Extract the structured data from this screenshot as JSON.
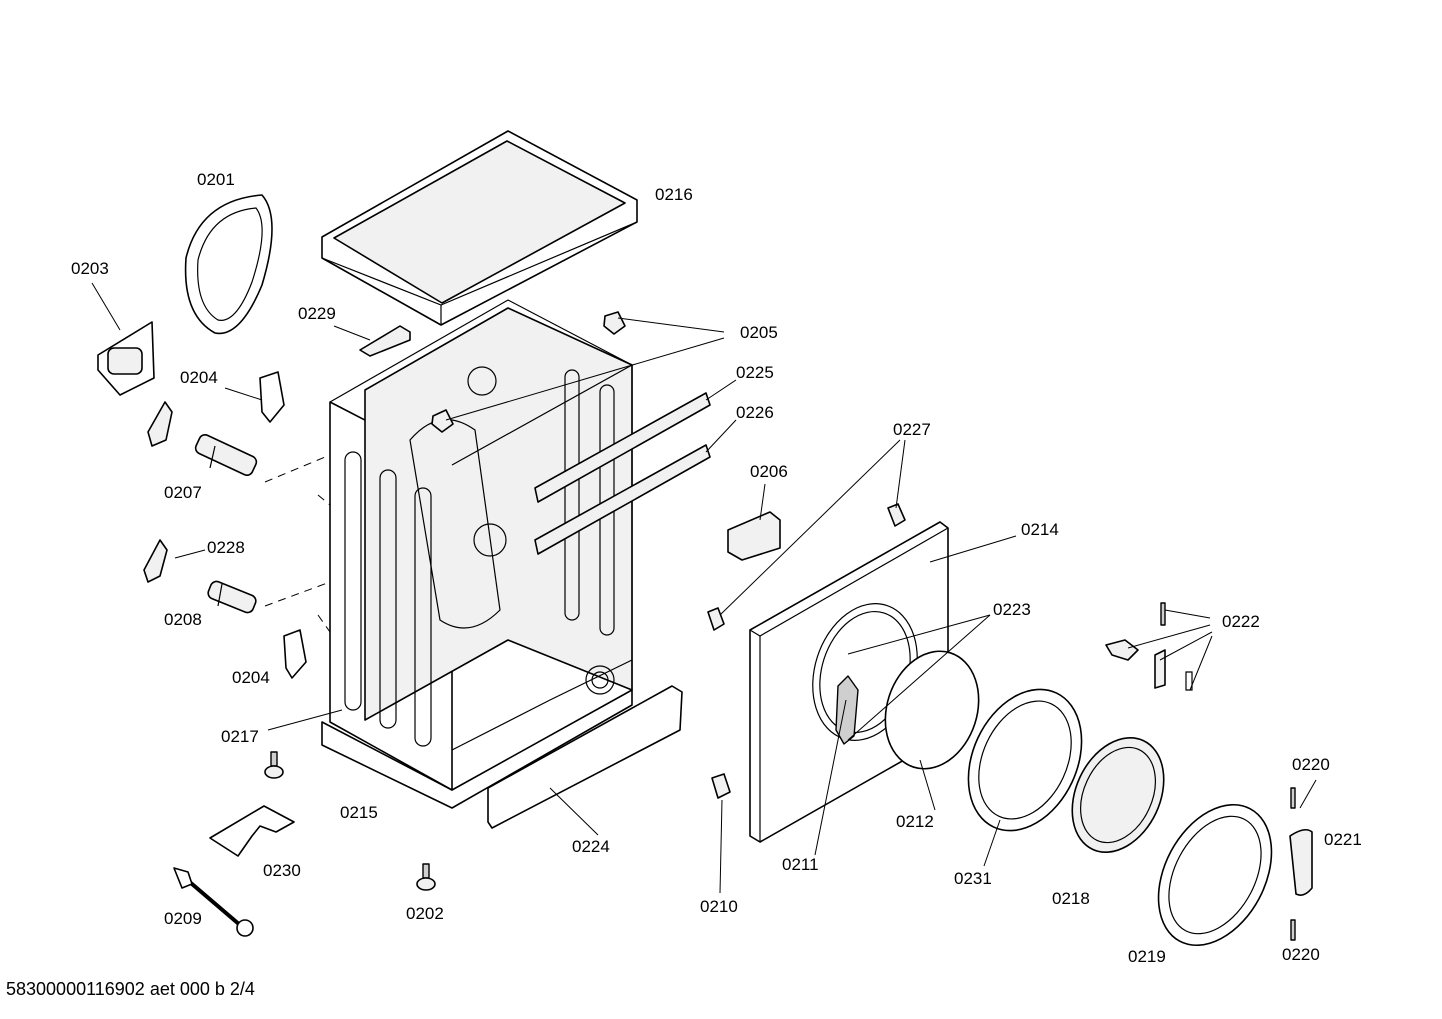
{
  "labels": {
    "p0201": "0201",
    "p0202": "0202",
    "p0203": "0203",
    "p0204a": "0204",
    "p0204b": "0204",
    "p0205": "0205",
    "p0206": "0206",
    "p0207": "0207",
    "p0208": "0208",
    "p0209": "0209",
    "p0210": "0210",
    "p0211": "0211",
    "p0212": "0212",
    "p0214": "0214",
    "p0215": "0215",
    "p0216": "0216",
    "p0217": "0217",
    "p0218": "0218",
    "p0219": "0219",
    "p0220a": "0220",
    "p0220b": "0220",
    "p0221": "0221",
    "p0222": "0222",
    "p0223": "0223",
    "p0224": "0224",
    "p0225": "0225",
    "p0226": "0226",
    "p0227": "0227",
    "p0228": "0228",
    "p0229": "0229",
    "p0230": "0230",
    "p0231": "0231"
  },
  "footer": {
    "doc_code": "58300000116902 aet 000 b 2/4"
  }
}
